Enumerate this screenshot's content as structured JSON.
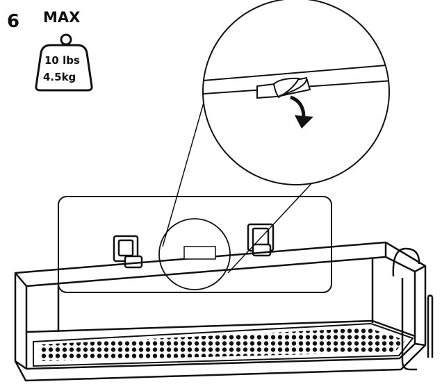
{
  "step": {
    "number": "6"
  },
  "weight_limit": {
    "heading": "MAX",
    "imperial": "10 lbs",
    "metric": "4.5kg"
  },
  "icons": {
    "weight": "weight-icon",
    "curved_arrow": "curved-arrow-icon",
    "magnifier": "magnifier-callout"
  },
  "colors": {
    "line": "#111111",
    "fill": "#ffffff",
    "panel": "#ffffff"
  }
}
